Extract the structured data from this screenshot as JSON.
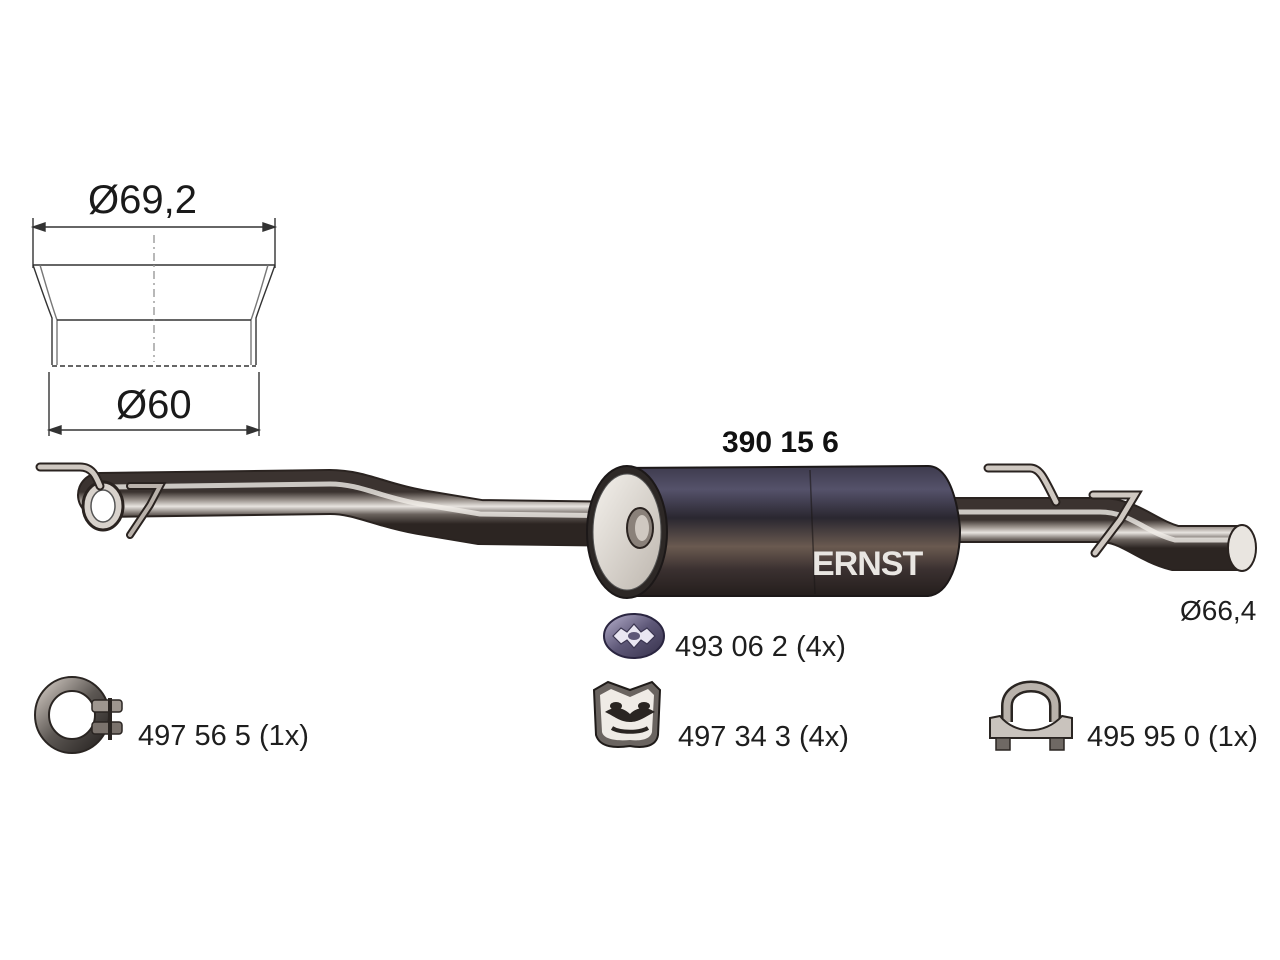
{
  "diagram": {
    "part_number": "390 15 6",
    "brand": "ERNST",
    "colors": {
      "pipe": "#6e6a66",
      "muffler": "#3a3738",
      "outline": "#222222",
      "accent": "#8a5fa8"
    },
    "flange": {
      "outer_diameter": "Ø69,2",
      "inner_diameter": "Ø60"
    },
    "outlet_diameter": "Ø66,4",
    "accessories": [
      {
        "label": "493 06 2 (4x)",
        "icon": "lock-washer-icon"
      },
      {
        "label": "497 56 5 (1x)",
        "icon": "band-clamp-icon"
      },
      {
        "label": "497 34 3 (4x)",
        "icon": "rubber-mount-icon"
      },
      {
        "label": "495 95 0 (1x)",
        "icon": "u-bolt-clamp-icon"
      }
    ]
  }
}
